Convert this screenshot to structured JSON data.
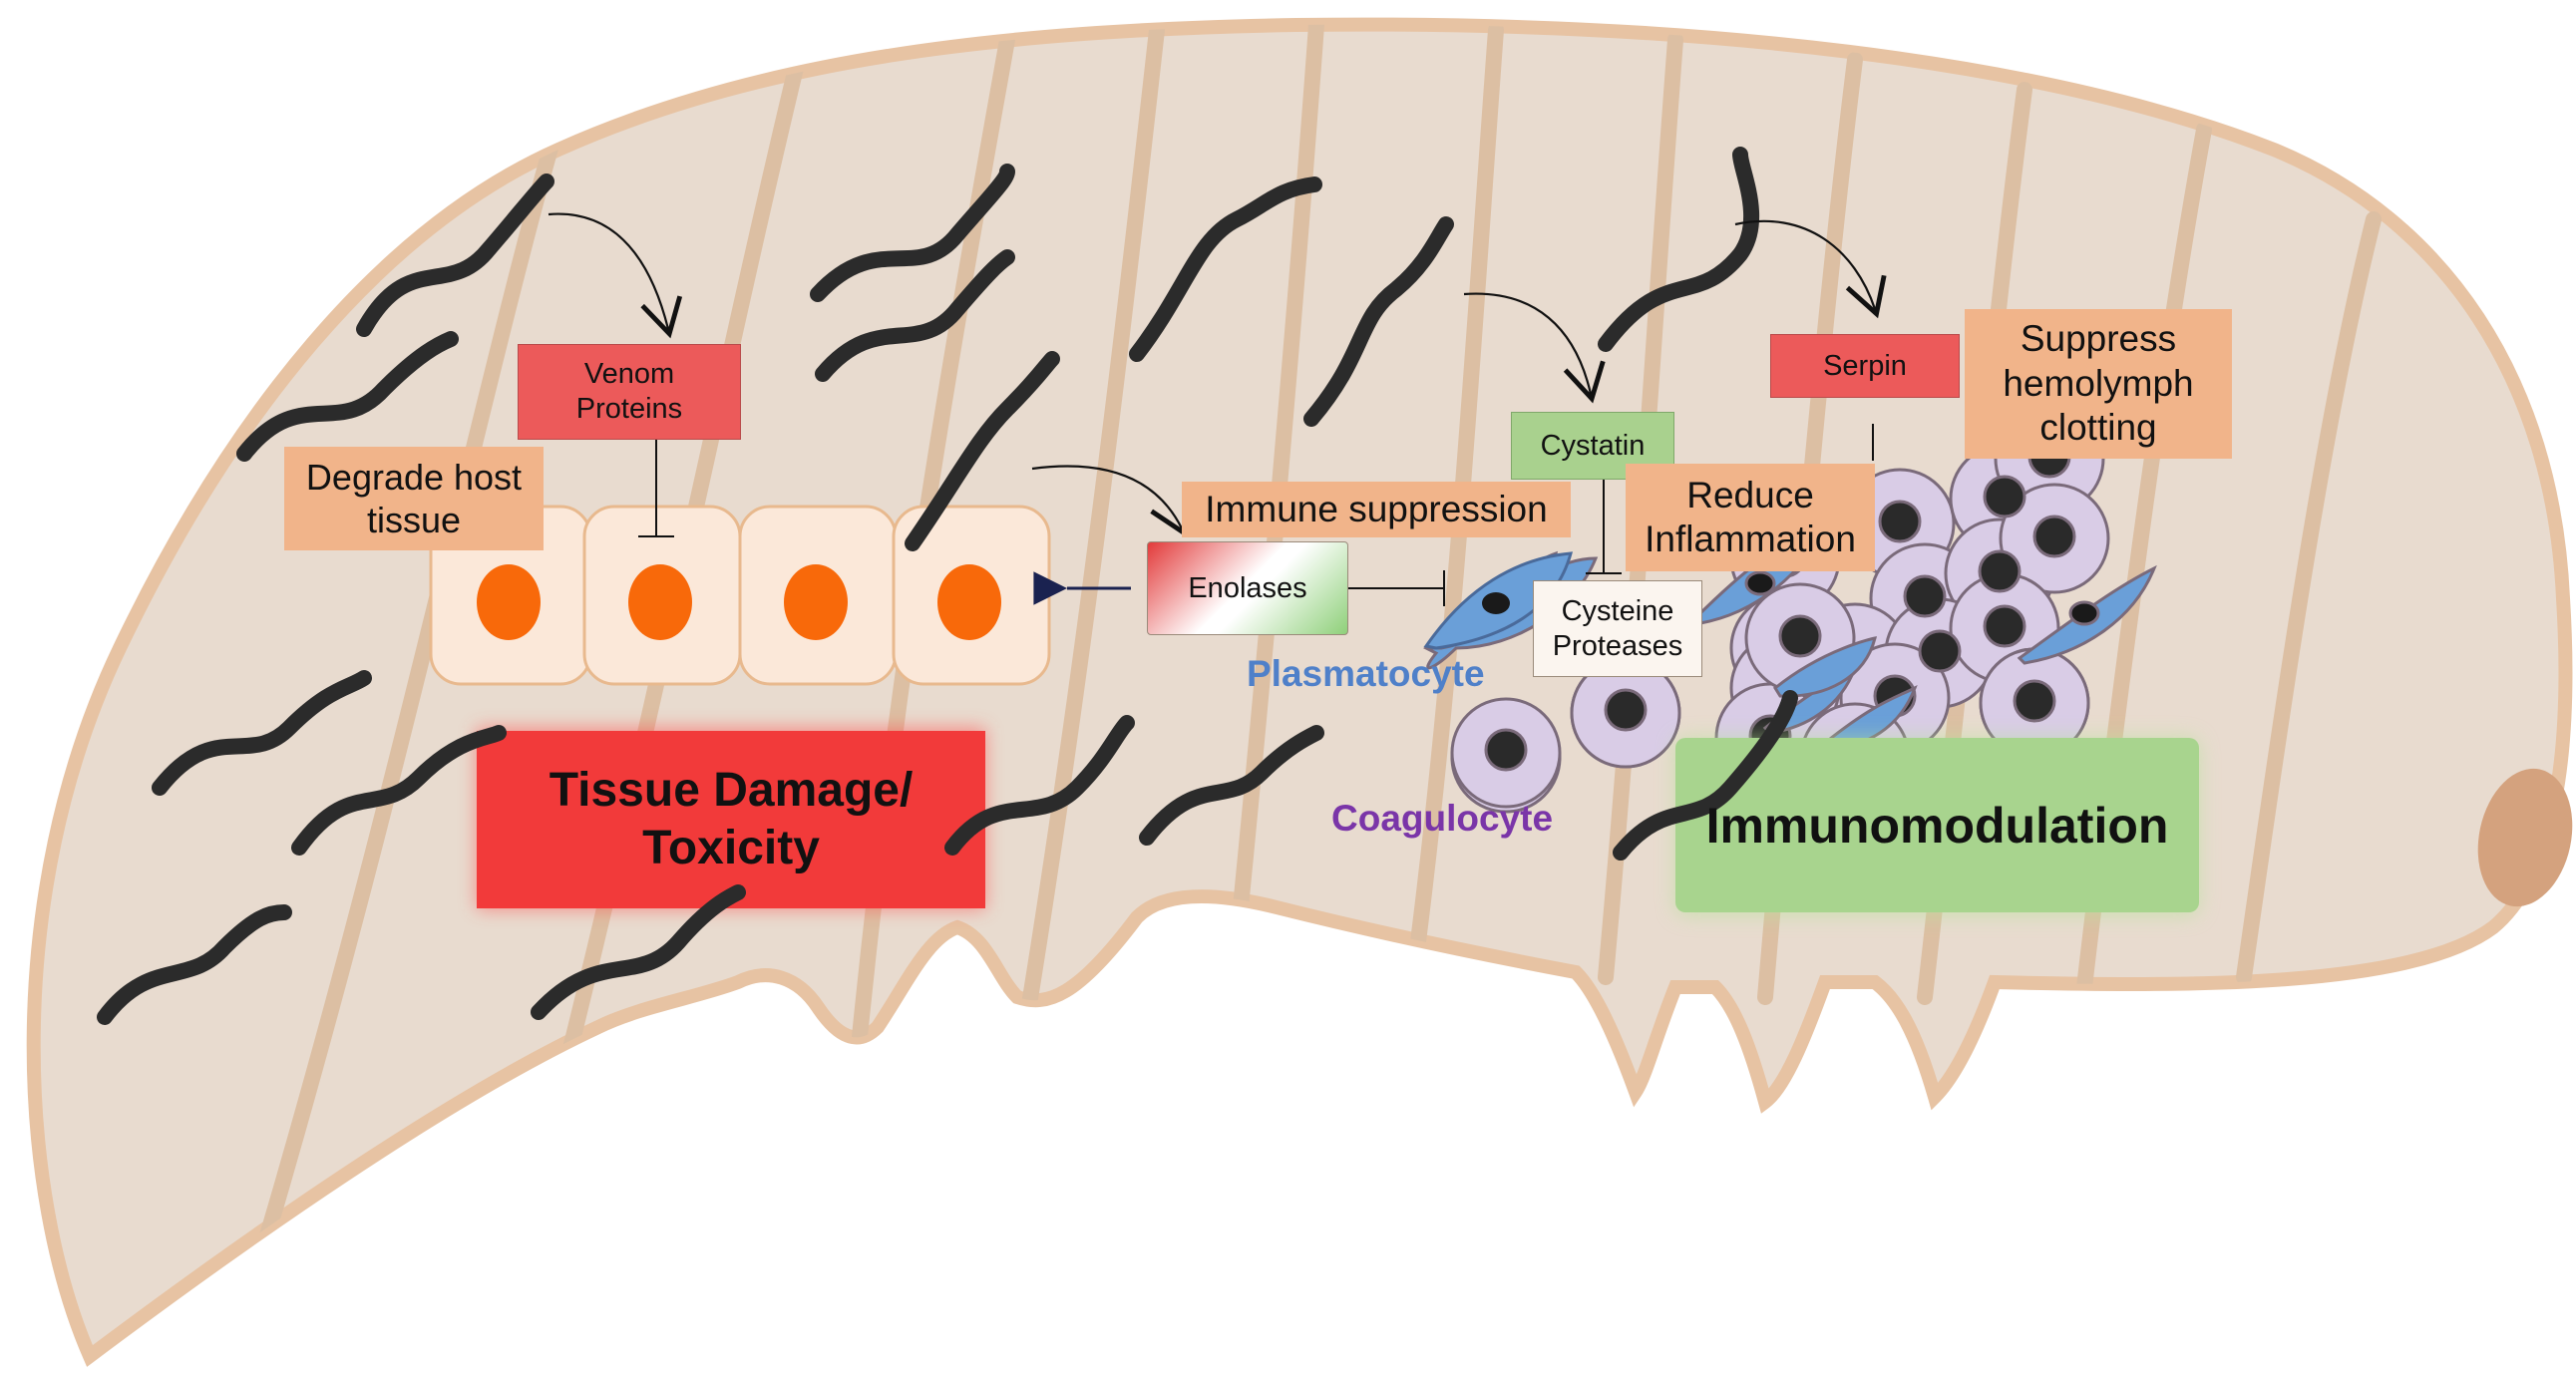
{
  "labels": {
    "venom_proteins": "Venom\nProteins",
    "degrade_host_tissue": "Degrade host\ntissue",
    "immune_suppression": "Immune suppression",
    "enolases": "Enolases",
    "cystatin": "Cystatin",
    "cysteine_proteases": "Cysteine\nProteases",
    "serpin": "Serpin",
    "reduce_inflammation": "Reduce\nInflammation",
    "suppress_clotting": "Suppress\nhemolymph\nclotting",
    "plasmatocyte": "Plasmatocyte",
    "coagulocyte": "Coagulocyte",
    "tissue_damage": "Tissue Damage/\nToxicity",
    "immunomodulation": "Immunomodulation"
  },
  "colors": {
    "larva_fill": "#e8dbcf",
    "larva_stroke": "#e7c3a3",
    "segment_line": "#dcbfa3",
    "nematode": "#2b2b2b",
    "epithelial_nucleus": "#f8690a",
    "red_box": "#ec5a5a",
    "green_box": "#a9d18e",
    "peach_box": "#f1b48a",
    "tissue_damage_box": "#f23a3a",
    "immunomodulation_box": "#a8d48e",
    "plasmatocyte_text": "#4f80c9",
    "coagulocyte_text": "#7a35a8",
    "plasmatocyte_cell": "#6a9fd8",
    "coagulocyte_cell": "#d9cce6"
  }
}
